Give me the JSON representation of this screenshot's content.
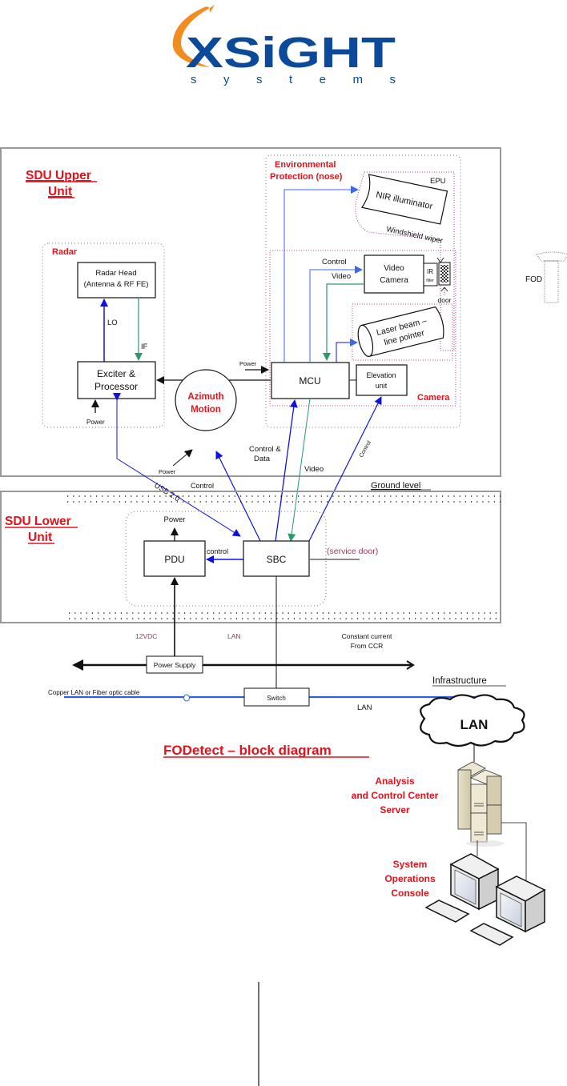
{
  "logo": {
    "brand": "XSiGHT",
    "tagline": "s y s t e m s",
    "colors": {
      "brand_blue": "#0b4a9a",
      "swoosh_orange": "#f28c1e"
    }
  },
  "colors": {
    "title_red": "#e3121b",
    "signal_blue": "#1010e0",
    "lan_blue": "#3060d8",
    "video_green": "#2a9a6a",
    "label_maroon": "#9b3a5a",
    "enclosure_gray": "#999999"
  },
  "upper_unit": {
    "title_line1": "SDU Upper",
    "title_line2": "Unit",
    "radar": {
      "label": "Radar",
      "radar_head_line1": "Radar Head",
      "radar_head_line2": "(Antenna & RF FE)",
      "lo_label": "LO",
      "if_label": "IF",
      "exciter_line1": "Exciter &",
      "exciter_line2": "Processor",
      "power_label": "Power"
    },
    "env_protection": {
      "title_line1": "Environmental",
      "title_line2": "Protection (nose)",
      "epu_label": "EPU",
      "nir_label": "NIR illuminator",
      "wiper_label": "Windshield wiper",
      "control_label": "Control",
      "video_label": "Video",
      "camera_line1": "Video",
      "camera_line2": "Camera",
      "ir_line1": "IR",
      "ir_line2": "filter",
      "door_label": "door",
      "laser_line1": "Laser beam –",
      "laser_line2": "line pointer",
      "camera_group_label": "Camera"
    },
    "mcu_label": "MCU",
    "mcu_power_label": "Power",
    "elevation_line1": "Elevation",
    "elevation_line2": "unit",
    "control_link_label": "Control",
    "azimuth_line1": "Azimuth",
    "azimuth_line2": "Motion",
    "azimuth_power_label": "Power",
    "control_data_line1": "Control &",
    "control_data_line2": "Data",
    "video_down_label": "Video",
    "elevation_control_label": "Control"
  },
  "fod": {
    "label": "FOD"
  },
  "ground": {
    "label": "Ground level",
    "usb_label": "USB 2.0",
    "azimuth_control_label": "Control"
  },
  "lower_unit": {
    "title_line1": "SDU Lower",
    "title_line2": "Unit",
    "power_label": "Power",
    "pdu_label": "PDU",
    "control_label": "control",
    "sbc_label": "SBC",
    "service_door_label": "(service door)"
  },
  "infrastructure": {
    "vdc_label": "12VDC",
    "lan_label": "LAN",
    "ccr_line1": "Constant current",
    "ccr_line2": "From CCR",
    "power_supply_label": "Power Supply",
    "cable_label": "Copper LAN or Fiber optic cable",
    "switch_label": "Switch",
    "lan_line_label": "LAN",
    "infra_label": "Infrastructure",
    "cloud_label": "LAN",
    "server_line1": "Analysis",
    "server_line2": "and Control Center",
    "server_line3": "Server",
    "console_line1": "System",
    "console_line2": "Operations",
    "console_line3": "Console"
  },
  "diagram_title": "FODetect – block diagram"
}
